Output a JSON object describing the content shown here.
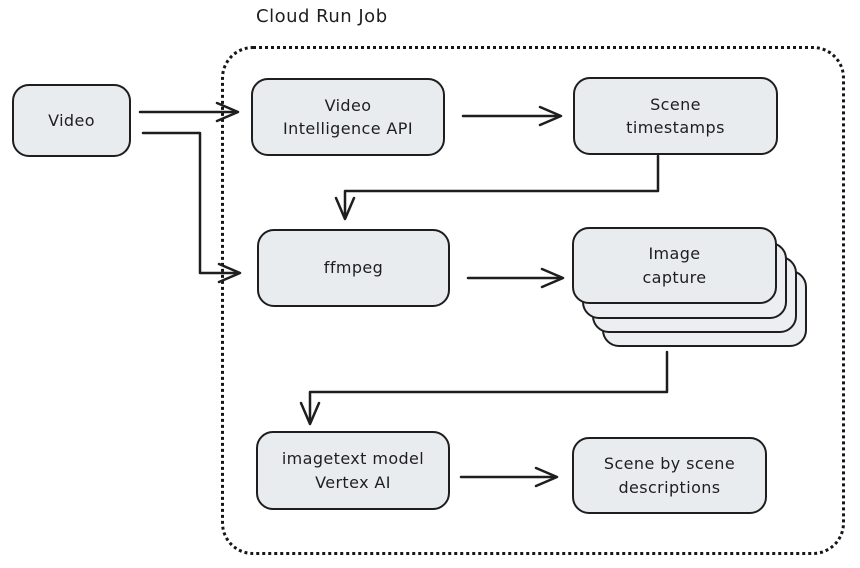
{
  "diagram": {
    "container_label": "Cloud Run Job",
    "nodes": {
      "video": {
        "lines": [
          "Video"
        ]
      },
      "video_intelligence_api": {
        "lines": [
          "Video",
          "Intelligence API"
        ]
      },
      "scene_timestamps": {
        "lines": [
          "Scene",
          "timestamps"
        ]
      },
      "ffmpeg": {
        "lines": [
          "ffmpeg"
        ]
      },
      "image_capture": {
        "lines": [
          "Image",
          "capture"
        ]
      },
      "imagetext_model": {
        "lines": [
          "imagetext model",
          "Vertex AI"
        ]
      },
      "scene_descriptions": {
        "lines": [
          "Scene by scene",
          "descriptions"
        ]
      }
    },
    "edges": [
      {
        "from": "Video",
        "to": "Video Intelligence API"
      },
      {
        "from": "Video",
        "to": "ffmpeg"
      },
      {
        "from": "Video Intelligence API",
        "to": "Scene timestamps"
      },
      {
        "from": "Scene timestamps",
        "to": "ffmpeg"
      },
      {
        "from": "ffmpeg",
        "to": "Image capture"
      },
      {
        "from": "Image capture",
        "to": "imagetext model Vertex AI"
      },
      {
        "from": "imagetext model Vertex AI",
        "to": "Scene by scene descriptions"
      }
    ],
    "colors": {
      "node_fill": "#e9ecef",
      "stroke": "#1e1e1e",
      "background": "#ffffff"
    }
  }
}
